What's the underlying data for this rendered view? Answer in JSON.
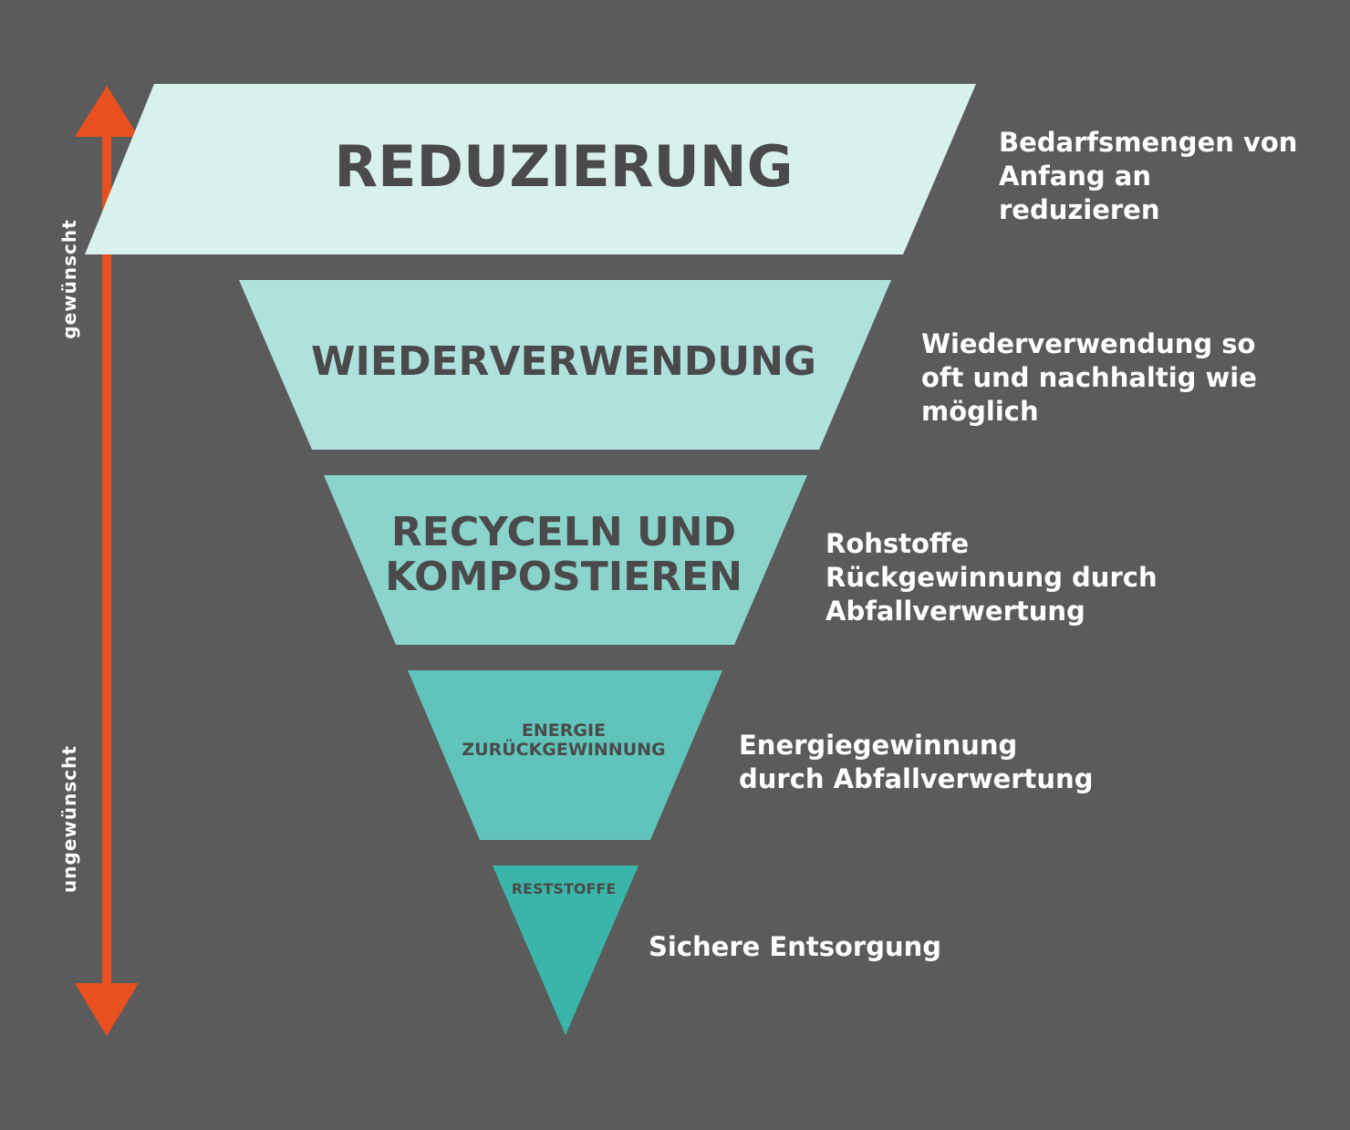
{
  "axis": {
    "top_label": "gewünscht",
    "bottom_label": "ungewünscht",
    "arrow_color": "#e8501f",
    "arrow_icon": "double-headed-vertical-arrow"
  },
  "layers": [
    {
      "title": "REDUZIERUNG",
      "description": "Bedarfsmengen von\nAnfang an\nreduzieren",
      "color": "#d9f1ed"
    },
    {
      "title": "WIEDERVERWENDUNG",
      "description": "Wiederverwendung so\noft und nachhaltig wie\nmöglich",
      "color": "#b0e2dd"
    },
    {
      "title": "RECYCELN UND\nKOMPOSTIEREN",
      "description": "Rohstoffe\nRückgewinnung durch\nAbfallverwertung",
      "color": "#8bd4cc"
    },
    {
      "title": "ENERGIE\nZURÜCKGEWINNUNG",
      "description": "Energiegewinnung\ndurch Abfallverwertung",
      "color": "#60c4bb"
    },
    {
      "title": "RESTSTOFFE",
      "description": "Sichere Entsorgung",
      "color": "#39b5a9"
    }
  ],
  "colors": {
    "background": "#5b5b5b",
    "layer_text": "#4a4a4a",
    "description_text": "#ffffff"
  }
}
